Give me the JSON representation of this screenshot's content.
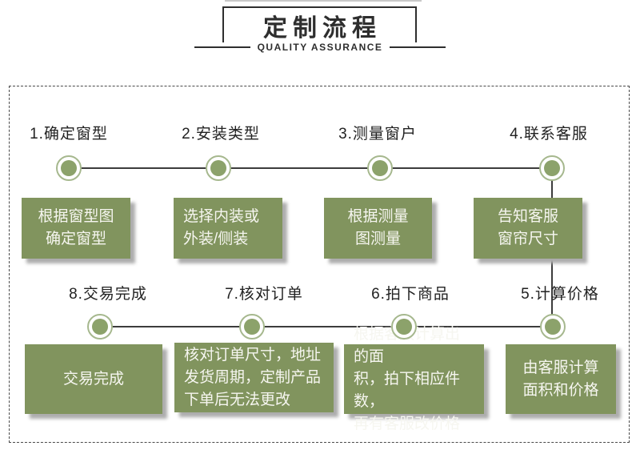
{
  "header": {
    "title": "定制流程",
    "subtitle": "QUALITY ASSURANCE"
  },
  "steps": [
    {
      "label": "1.确定窗型",
      "detail": "根据窗型图\n确定窗型"
    },
    {
      "label": "2.安装类型",
      "detail": "选择内装或\n外装/侧装"
    },
    {
      "label": "3.测量窗户",
      "detail": "根据测量\n图测量"
    },
    {
      "label": "4.联系客服",
      "detail": "告知客服\n窗帘尺寸"
    },
    {
      "label": "5.计算价格",
      "detail": "由客服计算\n面积和价格"
    },
    {
      "label": "6.拍下商品",
      "detail": "根据客服计算出的面\n积，拍下相应件数，\n再有客服改价格"
    },
    {
      "label": "7.核对订单",
      "detail": "核对订单尺寸，地址\n发货周期，定制产品\n下单后无法更改"
    },
    {
      "label": "8.交易完成",
      "detail": "交易完成"
    }
  ],
  "colors": {
    "box_green": "#81945E",
    "circle_fill": "#8CA26B",
    "circle_ring": "#A6B88E",
    "connector": "#3C3C3C",
    "text_on_green": "#F6F6F0",
    "title_text": "#2E2E2E"
  }
}
